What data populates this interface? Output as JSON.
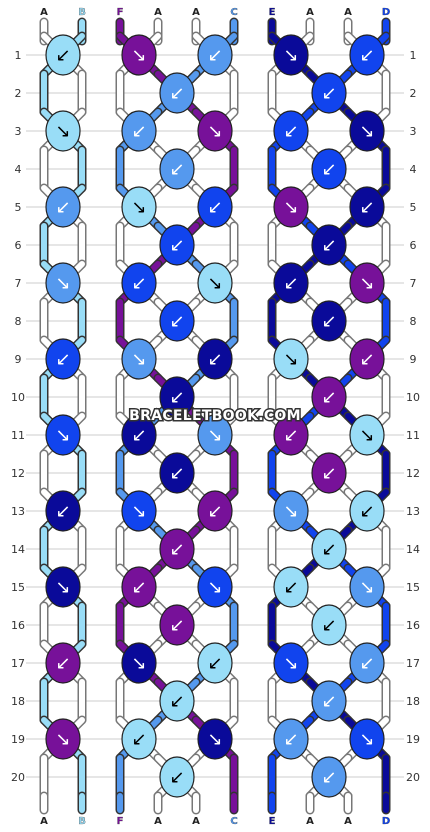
{
  "site": {
    "watermark": "BRACELETBOOK.COM"
  },
  "colors": {
    "A": "#ffffff",
    "B": "#99ddf7",
    "C": "#5599ee",
    "D": "#1144ee",
    "E": "#0a0a99",
    "F": "#771199"
  },
  "top_labels": [
    "A",
    "B",
    "F",
    "A",
    "A",
    "C",
    "E",
    "A",
    "A",
    "D"
  ],
  "bottom_labels": [
    "A",
    "B",
    "F",
    "A",
    "A",
    "C",
    "E",
    "A",
    "A",
    "D"
  ],
  "row_numbers": [
    "1",
    "2",
    "3",
    "4",
    "5",
    "6",
    "7",
    "8",
    "9",
    "10",
    "11",
    "12",
    "13",
    "14",
    "15",
    "16",
    "17",
    "18",
    "19",
    "20"
  ],
  "knot_rows": [
    [
      {
        "c": "B",
        "d": "↙"
      },
      {
        "c": "F",
        "d": "↘"
      },
      {
        "c": "C",
        "d": "↙"
      },
      {
        "c": "E",
        "d": "↘"
      },
      {
        "c": "D",
        "d": "↙"
      }
    ],
    [
      {
        "c": "C",
        "d": "↙"
      },
      {
        "c": "D",
        "d": "↙"
      }
    ],
    [
      {
        "c": "B",
        "d": "↘"
      },
      {
        "c": "C",
        "d": "↙"
      },
      {
        "c": "F",
        "d": "↘"
      },
      {
        "c": "D",
        "d": "↙"
      },
      {
        "c": "E",
        "d": "↘"
      }
    ],
    [
      {
        "c": "C",
        "d": "↙"
      },
      {
        "c": "D",
        "d": "↙"
      }
    ],
    [
      {
        "c": "C",
        "d": "↙"
      },
      {
        "c": "B",
        "d": "↘"
      },
      {
        "c": "D",
        "d": "↙"
      },
      {
        "c": "F",
        "d": "↘"
      },
      {
        "c": "E",
        "d": "↙"
      }
    ],
    [
      {
        "c": "D",
        "d": "↙"
      },
      {
        "c": "E",
        "d": "↙"
      }
    ],
    [
      {
        "c": "C",
        "d": "↘"
      },
      {
        "c": "D",
        "d": "↙"
      },
      {
        "c": "B",
        "d": "↘"
      },
      {
        "c": "E",
        "d": "↙"
      },
      {
        "c": "F",
        "d": "↘"
      }
    ],
    [
      {
        "c": "D",
        "d": "↙"
      },
      {
        "c": "E",
        "d": "↙"
      }
    ],
    [
      {
        "c": "D",
        "d": "↙"
      },
      {
        "c": "C",
        "d": "↘"
      },
      {
        "c": "E",
        "d": "↙"
      },
      {
        "c": "B",
        "d": "↘"
      },
      {
        "c": "F",
        "d": "↙"
      }
    ],
    [
      {
        "c": "E",
        "d": "↙"
      },
      {
        "c": "F",
        "d": "↙"
      }
    ],
    [
      {
        "c": "D",
        "d": "↘"
      },
      {
        "c": "E",
        "d": "↙"
      },
      {
        "c": "C",
        "d": "↘"
      },
      {
        "c": "F",
        "d": "↙"
      },
      {
        "c": "B",
        "d": "↘"
      }
    ],
    [
      {
        "c": "E",
        "d": "↙"
      },
      {
        "c": "F",
        "d": "↙"
      }
    ],
    [
      {
        "c": "E",
        "d": "↙"
      },
      {
        "c": "D",
        "d": "↘"
      },
      {
        "c": "F",
        "d": "↙"
      },
      {
        "c": "C",
        "d": "↘"
      },
      {
        "c": "B",
        "d": "↙"
      }
    ],
    [
      {
        "c": "F",
        "d": "↙"
      },
      {
        "c": "B",
        "d": "↙"
      }
    ],
    [
      {
        "c": "E",
        "d": "↘"
      },
      {
        "c": "F",
        "d": "↙"
      },
      {
        "c": "D",
        "d": "↘"
      },
      {
        "c": "B",
        "d": "↙"
      },
      {
        "c": "C",
        "d": "↘"
      }
    ],
    [
      {
        "c": "F",
        "d": "↙"
      },
      {
        "c": "B",
        "d": "↙"
      }
    ],
    [
      {
        "c": "F",
        "d": "↙"
      },
      {
        "c": "E",
        "d": "↘"
      },
      {
        "c": "B",
        "d": "↙"
      },
      {
        "c": "D",
        "d": "↘"
      },
      {
        "c": "C",
        "d": "↙"
      }
    ],
    [
      {
        "c": "B",
        "d": "↙"
      },
      {
        "c": "C",
        "d": "↙"
      }
    ],
    [
      {
        "c": "F",
        "d": "↘"
      },
      {
        "c": "B",
        "d": "↙"
      },
      {
        "c": "E",
        "d": "↘"
      },
      {
        "c": "C",
        "d": "↙"
      },
      {
        "c": "D",
        "d": "↘"
      }
    ],
    [
      {
        "c": "B",
        "d": "↙"
      },
      {
        "c": "C",
        "d": "↙"
      }
    ]
  ]
}
